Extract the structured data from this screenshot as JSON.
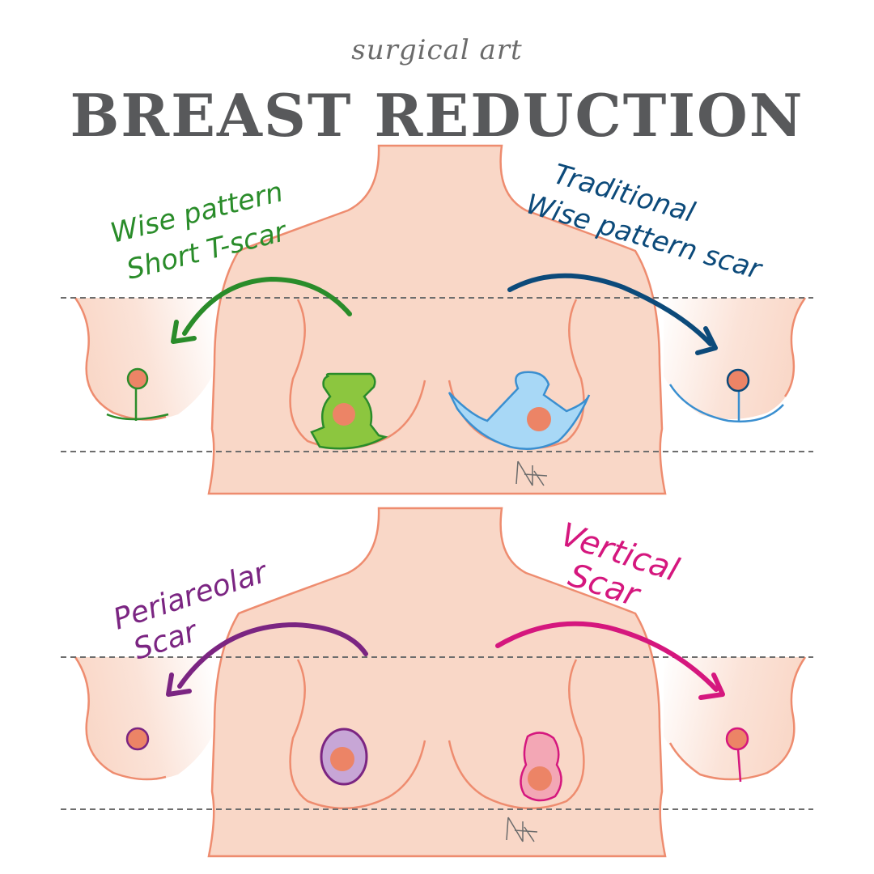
{
  "header": {
    "kicker": "surgical art",
    "title": "BREAST REDUCTION"
  },
  "panels": {
    "top": {
      "left_label": [
        "Wise pattern",
        "Short T-scar"
      ],
      "right_label": [
        "Traditional",
        "Wise pattern scar"
      ]
    },
    "bottom": {
      "left_label": [
        "Periareolar",
        "Scar"
      ],
      "right_label": [
        "Vertical",
        "Scar"
      ]
    }
  },
  "colors": {
    "skin": "#f9d7c7",
    "skin_outline": "#ee8c6f",
    "areola": "#ec8466",
    "green": "#2a8c2a",
    "green_fill": "#8cc63f",
    "navy": "#0c4a7a",
    "blue_outline": "#3a8fd0",
    "blue_fill": "#a8d8f6",
    "purple": "#7b2582",
    "purple_fill": "#c7a6d6",
    "magenta": "#d5177e",
    "pink_fill": "#f3a7b5",
    "guide_line": "#6d6d6d",
    "heading": "#58595b"
  }
}
